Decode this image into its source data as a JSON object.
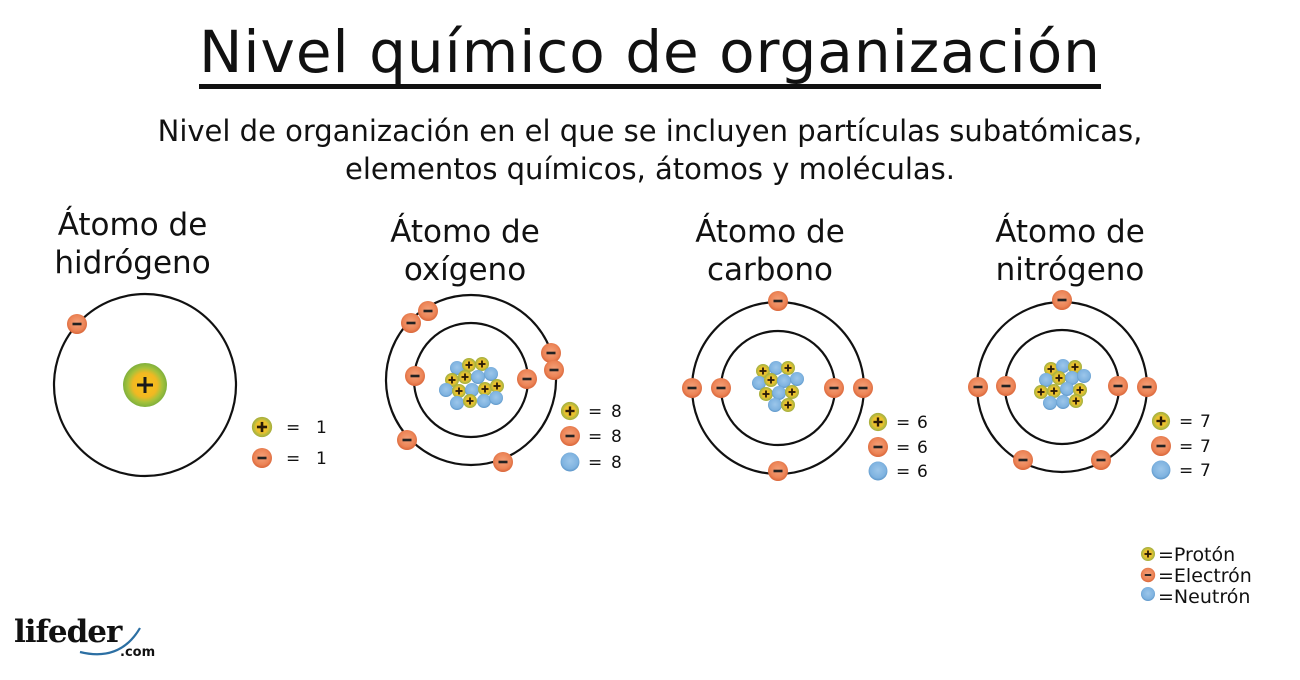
{
  "title": "Nivel químico de organización",
  "subtitle": {
    "line1": "Nivel de organización en el que se incluyen partículas subatómicas,",
    "line2": "elementos químicos, átomos y moléculas."
  },
  "atoms": [
    {
      "name_line1": "Átomo de",
      "name_line2": "hidrógeno",
      "protons": "1",
      "electrons": "1",
      "neutrons": null
    },
    {
      "name_line1": "Átomo de",
      "name_line2": "oxígeno",
      "protons": "8",
      "electrons": "8",
      "neutrons": "8"
    },
    {
      "name_line1": "Átomo de",
      "name_line2": "carbono",
      "protons": "6",
      "electrons": "6",
      "neutrons": "6"
    },
    {
      "name_line1": "Átomo de",
      "name_line2": "nitrógeno",
      "protons": "7",
      "electrons": "7",
      "neutrons": "7"
    }
  ],
  "count_prefix": "=",
  "legend": {
    "proton": "=Protón",
    "electron": "=Electrón",
    "neutron": "=Neutrón"
  },
  "colors": {
    "proton_core": "#f2c21b",
    "proton_ring": "#8db83b",
    "electron": "#ec8456",
    "electron_edge": "#d9663a",
    "neutron": "#7fb3e0",
    "neutron_edge": "#5c95c8",
    "orbit": "#111111"
  },
  "brand": {
    "logo": "lifeder",
    "domain": ".com"
  }
}
